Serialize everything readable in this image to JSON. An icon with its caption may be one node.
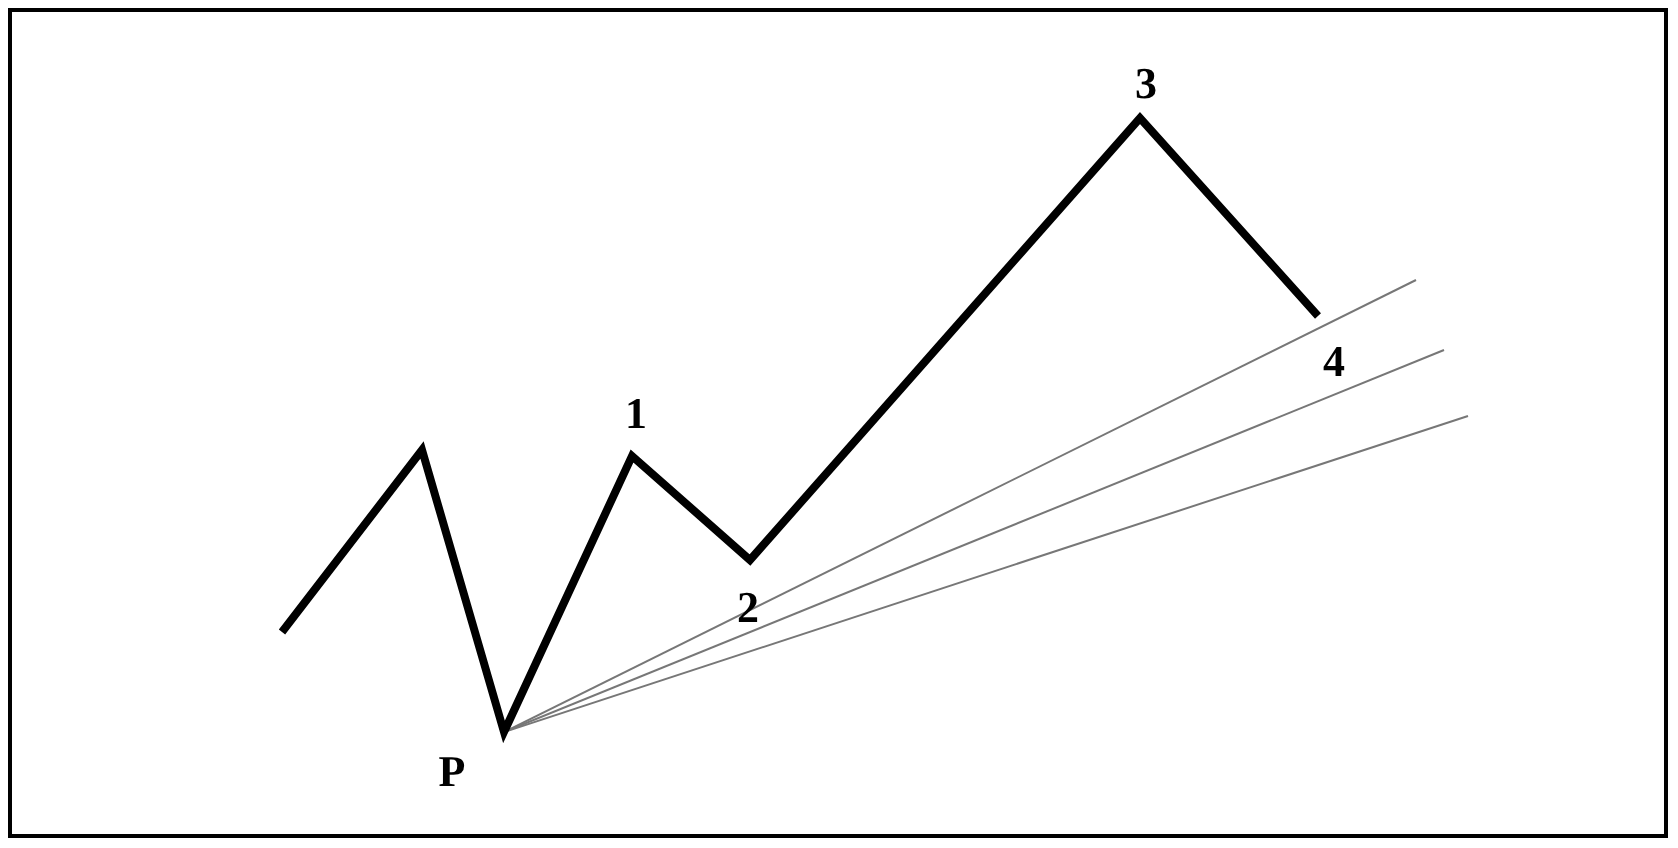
{
  "diagram": {
    "labels": [
      "3",
      "4",
      "1",
      "2",
      "P"
    ]
  }
}
